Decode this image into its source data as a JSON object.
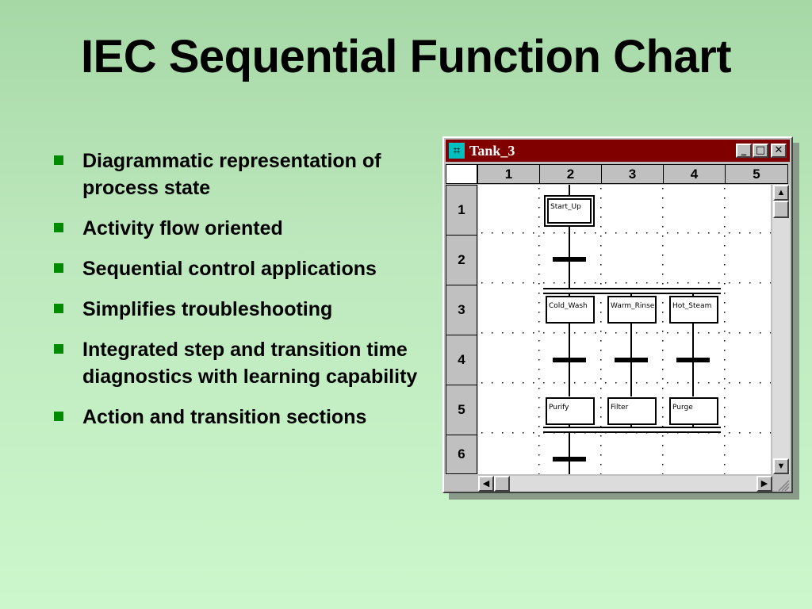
{
  "slide": {
    "title": "IEC Sequential Function Chart",
    "bullets": [
      "Diagrammatic representation of process state",
      "Activity flow oriented",
      "Sequential control applications",
      "Simplifies troubleshooting",
      "Integrated step and transition time diagnostics with learning capability",
      "Action and transition sections"
    ],
    "bullet_color": "#008a00"
  },
  "window": {
    "title": "Tank_3",
    "titlebar_color": "#800000",
    "buttons": {
      "minimize": "_",
      "maximize": "□",
      "close": "✕"
    },
    "columns": [
      "1",
      "2",
      "3",
      "4",
      "5"
    ],
    "rows": [
      "1",
      "2",
      "3",
      "4",
      "5",
      "6"
    ],
    "steps": {
      "start": "Start_Up",
      "cold_wash": "Cold_Wash",
      "warm_rinse": "Warm_Rinse",
      "hot_steam": "Hot_Steam",
      "purify": "Purify",
      "filter": "Filter",
      "purge": "Purge"
    },
    "icons": {
      "app": "sfc-app-icon",
      "scroll_up": "arrow-up-icon",
      "scroll_down": "arrow-down-icon",
      "scroll_left": "arrow-left-icon",
      "scroll_right": "arrow-right-icon"
    }
  }
}
